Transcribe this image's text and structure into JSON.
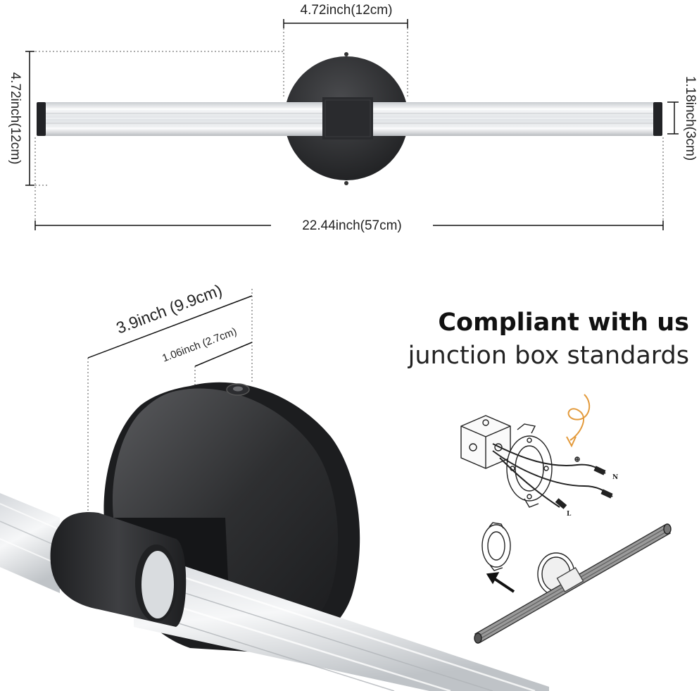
{
  "top_view": {
    "plate_width_label": "4.72inch(12cm)",
    "height_label": "4.72inch(12cm)",
    "tube_diameter_label": "1.18inch(3cm)",
    "total_length_label": "22.44inch(57cm)"
  },
  "side_view": {
    "depth_label": "3.9inch (9.9cm)",
    "collar_label": "1.06inch (2.7cm)"
  },
  "headline": {
    "line1": "Compliant with us",
    "line2": "junction box standards"
  },
  "diagram": {
    "wire_label_n": "N",
    "wire_label_l": "L"
  },
  "colors": {
    "fixture_black": "#2b2b2d",
    "tube_clear": "#e8eaec",
    "arrow_orange": "#e39a3b"
  }
}
